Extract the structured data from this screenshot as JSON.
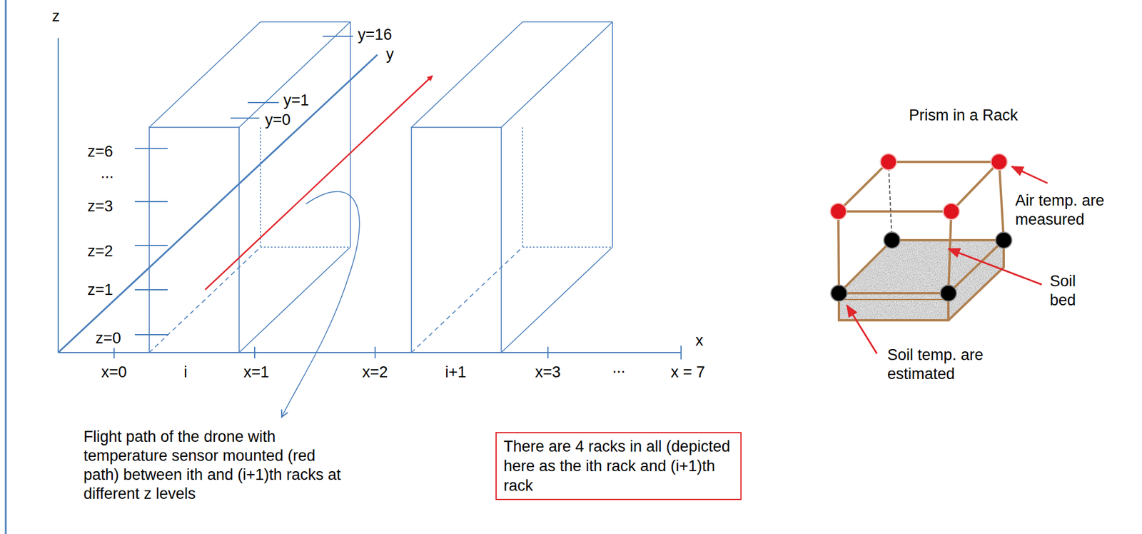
{
  "diagram": {
    "nodes": [
      {
        "text": [
          "There are 4 racks in all (depicted here as the ith rack and (i+1)th rack"
        ]
      }
    ],
    "labels": [
      "z",
      "y=16",
      "y",
      "y=1",
      "y=0",
      "z=6",
      "...",
      "z=3",
      "z=2",
      "z=1",
      "z=0",
      "x",
      "x=0",
      "i",
      "x=1",
      "x=2",
      "i+1",
      "x=3",
      "...",
      "x = 7",
      "Flight path of the drone with temperature sensor mounted (red path) between ith and (i+1)th racks at different z levels",
      "Prism in a Rack",
      "Air temp. are measured",
      "Soil bed",
      "Soil temp. are estimated"
    ]
  }
}
